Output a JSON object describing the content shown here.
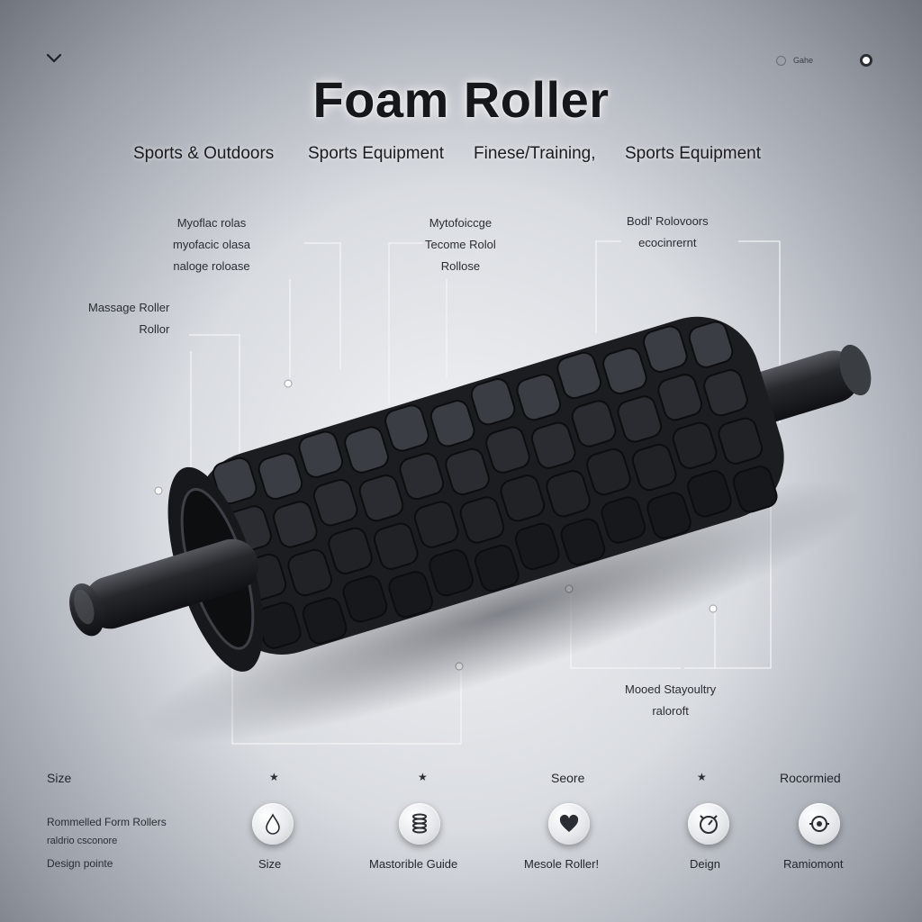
{
  "header": {
    "title": "Foam Roller",
    "top_right_label": "Gahe"
  },
  "categories": [
    "Sports & Outdoors",
    "Sports Equipment",
    "Finese/Training,",
    "Sports Equipment"
  ],
  "callouts": {
    "c1": [
      "Myoflac  rolas",
      "myofacic olasa",
      "naloge roloase"
    ],
    "c2": [
      "Mytofoiccge",
      "Tecome Rolol",
      "Rollose"
    ],
    "c3": [
      "Bodl' Rolovoors",
      "ecocinrernt"
    ],
    "c4": [
      "Massage Roller",
      "Rollor"
    ],
    "c5": [
      "Mooed  Stayoultry",
      "raloroft"
    ]
  },
  "left_section": {
    "size_heading": "Size",
    "line1": "Rommelled Form Rollers",
    "line2": "raldrio csconore",
    "line3": "Design pointe"
  },
  "top_labels": {
    "score": "Seore",
    "recommended": "Rocormied"
  },
  "features": [
    {
      "label": "Size",
      "icon": "drop-icon"
    },
    {
      "label": "Mastorible Guide",
      "icon": "spring-icon"
    },
    {
      "label": "Mesole Roller!",
      "icon": "heart-icon"
    },
    {
      "label": "Deign",
      "icon": "dial-icon"
    },
    {
      "label": "Ramiomont",
      "icon": "target-icon"
    }
  ],
  "star": "★",
  "colors": {
    "roller": "#1f2125",
    "accent_text": "#15171b"
  }
}
